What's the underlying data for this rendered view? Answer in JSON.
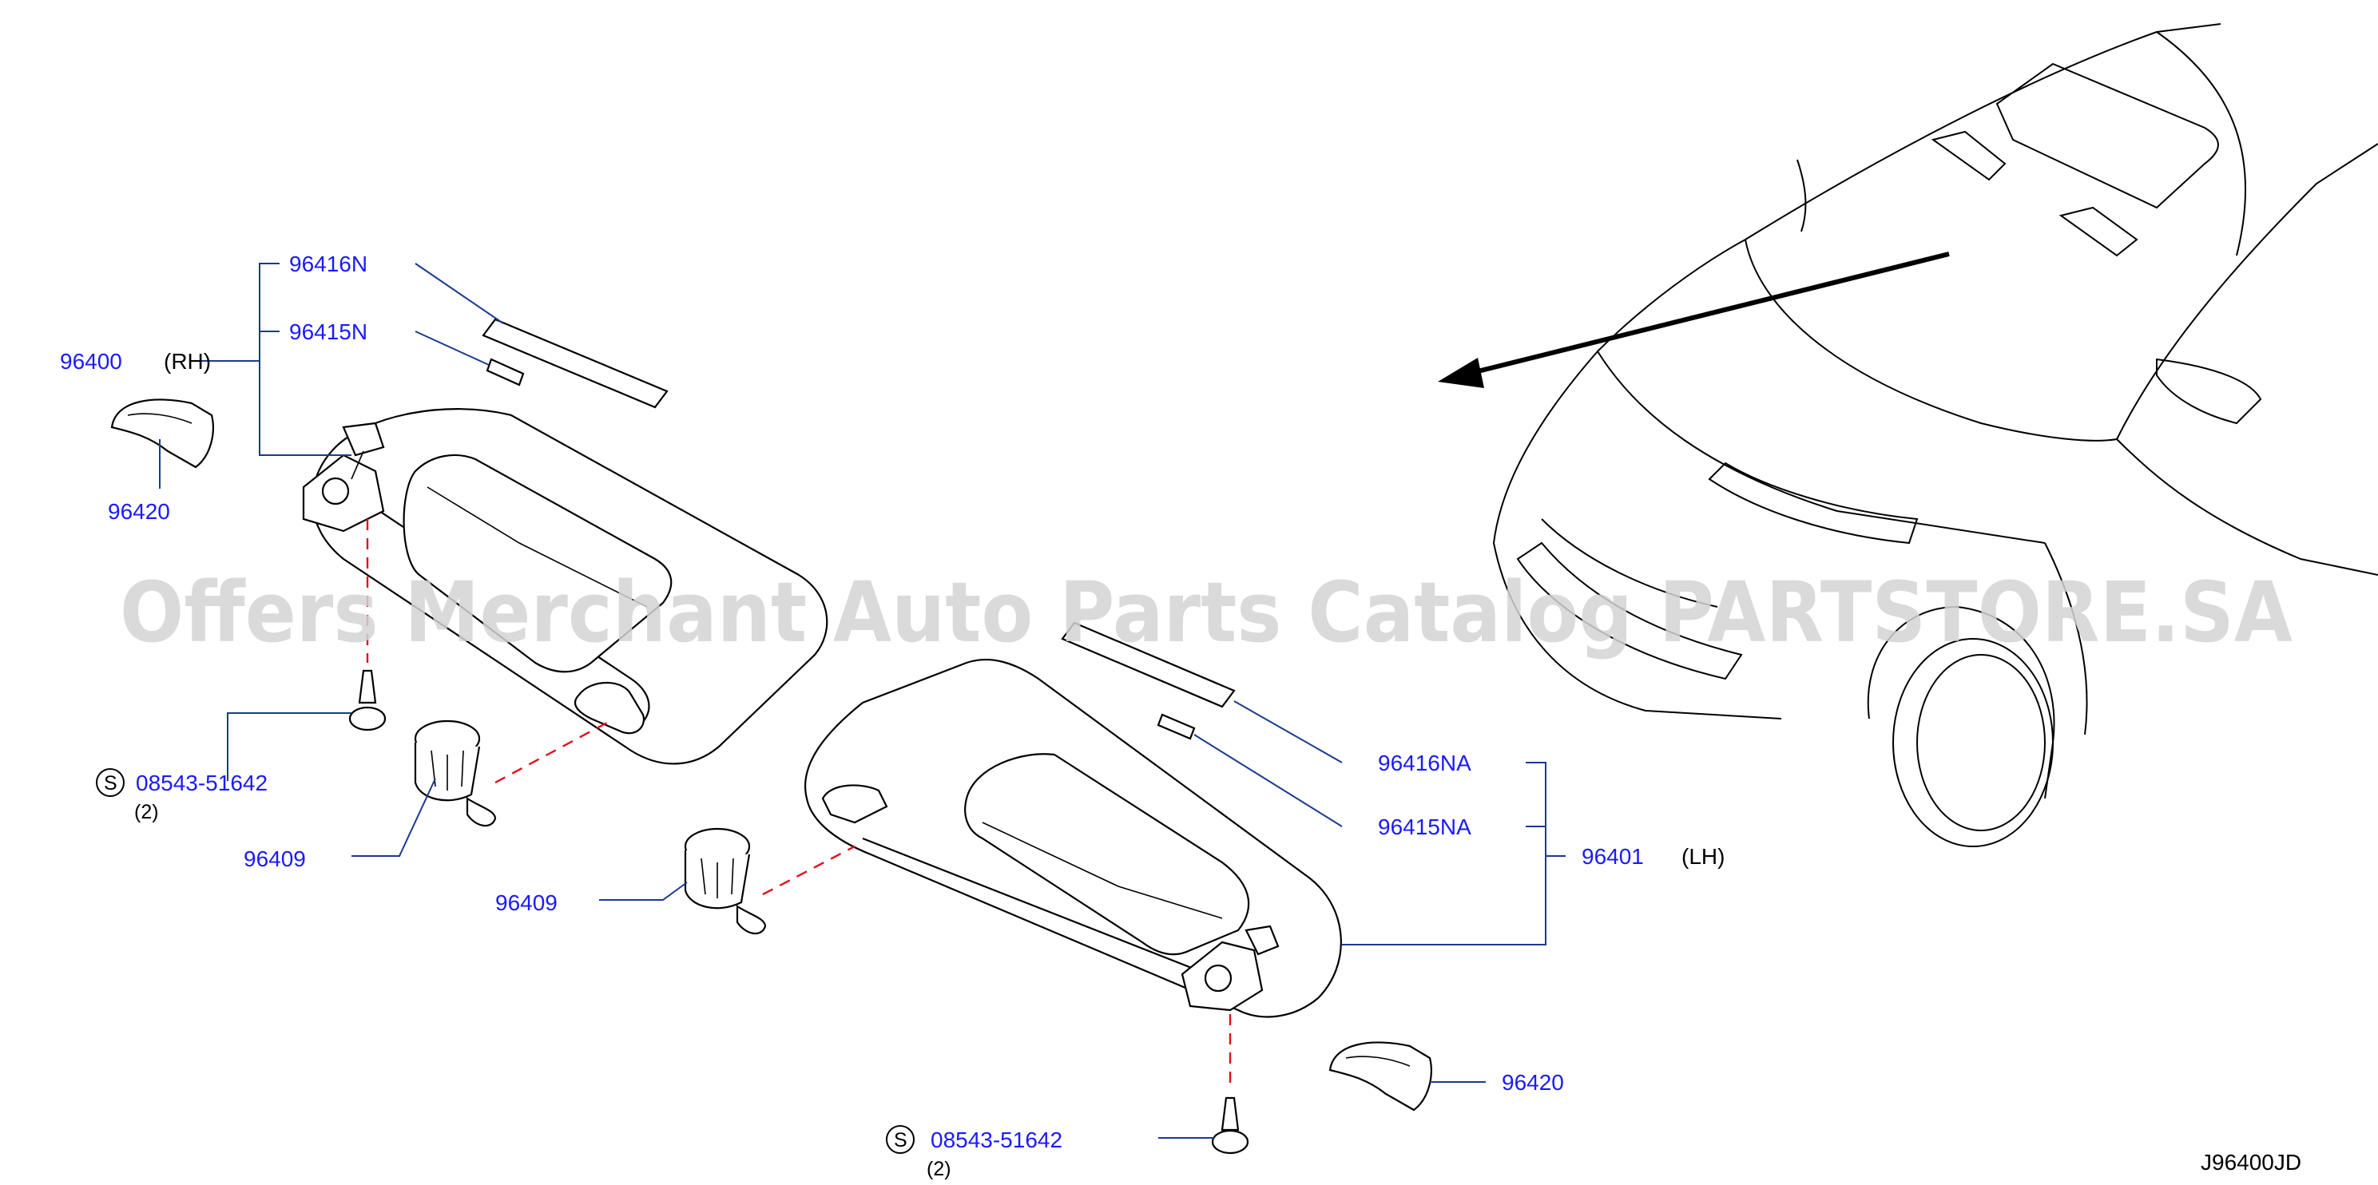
{
  "labels": {
    "p96416N": "96416N",
    "p96415N": "96415N",
    "p96400": "96400",
    "rh": "(RH)",
    "p96420_top": "96420",
    "screw_top": "08543-51642",
    "screw_top_qty": "(2)",
    "p96409_left": "96409",
    "p96409_mid": "96409",
    "p96416NA": "96416NA",
    "p96415NA": "96415NA",
    "p96401": "96401",
    "lh": "(LH)",
    "p96420_bottom": "96420",
    "screw_bottom": "08543-51642",
    "screw_bottom_qty": "(2)",
    "s_symbol": "S",
    "diagram_code": "J96400JD"
  },
  "watermark": "Offers Merchant Auto Parts Catalog PARTSTORE.SA",
  "colors": {
    "label": "#1a1aff",
    "leader": "#1a3a8f",
    "dashed_guide": "#e0101a",
    "watermark": "#d4d4d4"
  }
}
